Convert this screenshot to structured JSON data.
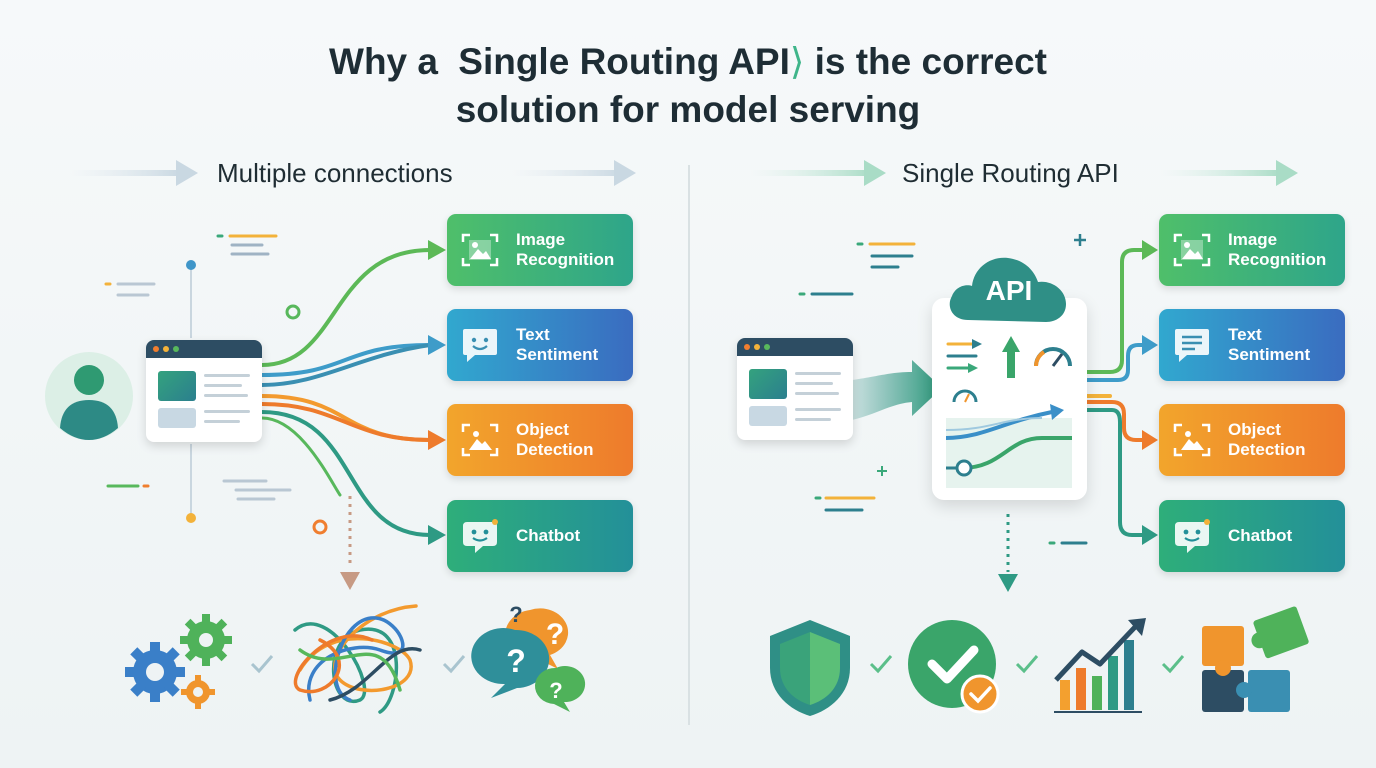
{
  "title": {
    "line1_before": "Why a",
    "line1_highlight": "Single Routing API",
    "line1_chevron": "⟩",
    "line1_after": "is the correct",
    "line2": "solution for model serving"
  },
  "left": {
    "heading": "Multiple connections",
    "cards": [
      {
        "line1": "Image",
        "line2": "Recognition",
        "icon": "image-recognition-icon"
      },
      {
        "line1": "Text",
        "line2": "Sentiment",
        "icon": "smiley-chat-icon"
      },
      {
        "line1": "Object",
        "line2": "Detection",
        "icon": "object-detection-icon"
      },
      {
        "line1": "Chatbot",
        "line2": "",
        "icon": "chatbot-icon"
      }
    ],
    "outcome_icons": [
      "gears-icon",
      "tangled-wires-icon",
      "question-bubbles-icon"
    ]
  },
  "right": {
    "heading": "Single Routing API",
    "api_label": "API",
    "cards": [
      {
        "line1": "Image",
        "line2": "Recognition",
        "icon": "image-recognition-icon"
      },
      {
        "line1": "Text",
        "line2": "Sentiment",
        "icon": "document-chat-icon"
      },
      {
        "line1": "Object",
        "line2": "Detection",
        "icon": "object-detection-icon"
      },
      {
        "line1": "Chatbot",
        "line2": "",
        "icon": "chatbot-icon"
      }
    ],
    "outcome_icons": [
      "shield-icon",
      "check-circle-icon",
      "growth-chart-icon",
      "puzzle-icon"
    ]
  },
  "colors": {
    "green": "#4fbf6a",
    "blue": "#3a7fc8",
    "orange": "#ee7b2c",
    "teal": "#239099",
    "dark_text": "#1e2d35",
    "check": "#5bbf8a"
  }
}
